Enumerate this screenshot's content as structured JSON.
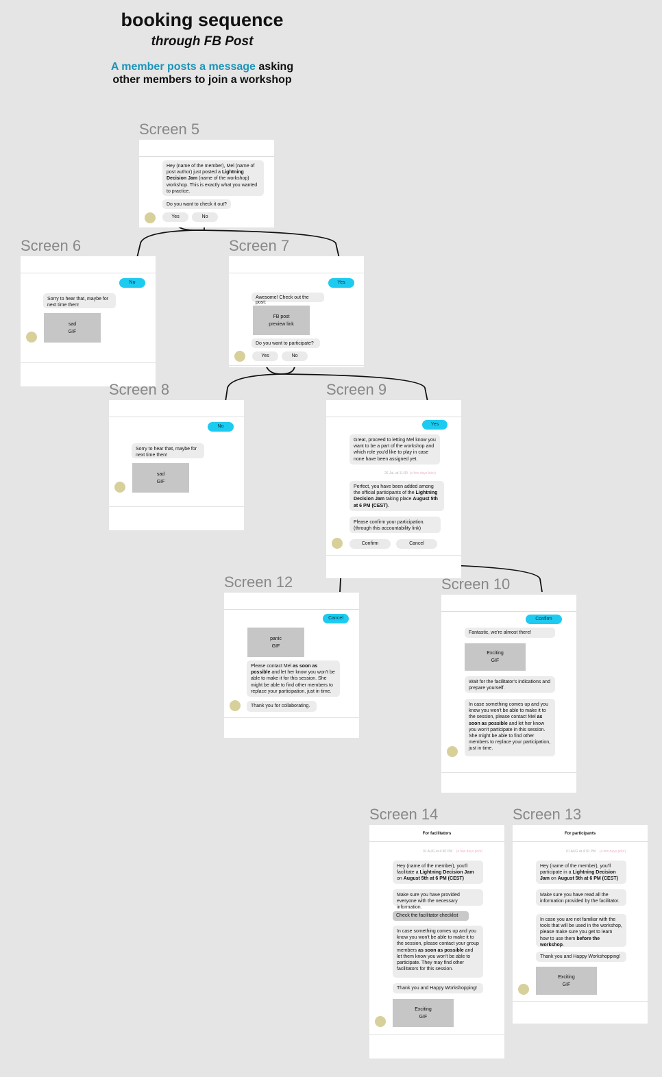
{
  "header": {
    "title": "booking sequence",
    "subtitle": "through FB Post",
    "desc_highlight": "A member posts a message",
    "desc_rest1": " asking",
    "desc_line2": "other members to join a workshop"
  },
  "colors": {
    "accent": "#1b93b8",
    "user_button": "#1ecbf0",
    "avatar": "#d8d09a",
    "background": "#e5e5e5"
  },
  "screens": {
    "s5": {
      "label": "Screen 5",
      "msg1_a": "Hey (name of the member), Mel (name of post author) just posted a ",
      "msg1_b": "Lightning Decision Jam",
      "msg1_c": " (name of the workshop) workshop. This is exactly what you wanted to practice.",
      "msg2": "Do you want to check it out?",
      "yes": "Yes",
      "no": "No"
    },
    "s6": {
      "label": "Screen 6",
      "user": "No",
      "msg1": "Sorry to hear that, maybe for next time then!",
      "gif1": "sad",
      "gif2": "GIF"
    },
    "s7": {
      "label": "Screen 7",
      "user": "Yes",
      "msg1": "Awesome! Check out the post:",
      "card1": "FB post",
      "card2": "preview link",
      "msg2": "Do you want to participate?",
      "yes": "Yes",
      "no": "No"
    },
    "s8": {
      "label": "Screen 8",
      "user": "No",
      "msg1": "Sorry to hear that, maybe for next time then!",
      "gif1": "sad",
      "gif2": "GIF"
    },
    "s9": {
      "label": "Screen 9",
      "user": "Yes",
      "msg1": "Great, proceed to letting Mel know you want to be a part of the workshop and which role you'd like to play in case none have been assigned yet.",
      "ts1": "26 Jul. at 11:30",
      "ts2": "(a few days later)",
      "msg2_a": "Perfect, you have been added among the official participants of the ",
      "msg2_b": "Lightning Decision Jam",
      "msg2_c": " taking place ",
      "msg2_d": "August 5th at 6 PM (CEST)",
      "msg2_e": ".",
      "msg3": "Please confirm your participation. (through this accountability link)",
      "confirm": "Confirm",
      "cancel": "Cancel"
    },
    "s12": {
      "label": "Screen 12",
      "user": "Cancel",
      "gif1": "panic",
      "gif2": "GIF",
      "msg1_a": "Please contact Mel ",
      "msg1_b": "as soon as possible",
      "msg1_c": " and let her know you won't be able to make it for this session. She might be able to find other members to replace your participation, just in time.",
      "msg2": "Thank you for collaborating."
    },
    "s10": {
      "label": "Screen 10",
      "user": "Confirm",
      "msg1": "Fantastic, we're almost there!",
      "gif1": "Exciting",
      "gif2": "GIF",
      "msg2": "Wait for the facilitator's indications and prepare yourself.",
      "msg3_a": "In case something comes up and you know you won't be able to make it to the session, please contact Mel ",
      "msg3_b": "as soon as possible",
      "msg3_c": " and let her know you won't participate in this session. She might be able to find other members to replace your participation, just in time."
    },
    "s14": {
      "label": "Screen 14",
      "header": "For facilitators",
      "ts1": "01 AUG at  4:30 PM",
      "ts2": "(a few days prior)",
      "msg1_a": "Hey (name of the member), you'll facilitate a ",
      "msg1_b": "Lightning Decision Jam",
      "msg1_c": " on ",
      "msg1_d": "August 5th at 6 PM (CEST)",
      "msg2": "Make sure you have provided everyone with the necessary information.",
      "checklist": "Check the facilitator checklist",
      "msg3_a": "In case something comes up and you know you won't be able to make it to the session, please contact your group members ",
      "msg3_b": "as soon as possible",
      "msg3_c": " and let them know you won't be able to participate. They may find other facilitators for this session.",
      "msg4": "Thank you and Happy Workshopping!",
      "gif1": "Exciting",
      "gif2": "GIF"
    },
    "s13": {
      "label": "Screen 13",
      "header": "For participants",
      "ts1": "01 AUG at  4:30 PM",
      "ts2": "(a few days prior)",
      "msg1_a": "Hey (name of the member), you'll participate in a ",
      "msg1_b": "Lightning Decision Jam",
      "msg1_c": " on ",
      "msg1_d": "August 5th at 6 PM (CEST)",
      "msg2": "Make sure you have read all the information provided by the facilitator.",
      "msg3_a": "In case you are not familiar with the tools that will be used in the workshop, please make sure you get to learn how to use them ",
      "msg3_b": "before the workshop",
      "msg3_c": ".",
      "msg4": "Thank you and Happy Workshopping!",
      "gif1": "Exciting",
      "gif2": "GIF"
    }
  }
}
